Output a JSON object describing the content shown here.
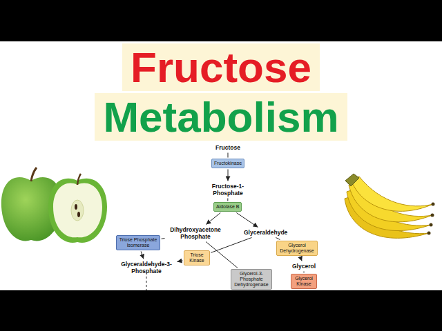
{
  "diagram": {
    "title": "Fructose Metabolism",
    "nodes": [
      {
        "text": [
          "Fructose"
        ]
      },
      {
        "text": [
          "Fructokinase"
        ]
      },
      {
        "text": [
          "Fructose-1-Phosphate"
        ]
      },
      {
        "text": [
          "Aldolase B"
        ]
      },
      {
        "text": [
          "Dihydroxyacetone Phosphate"
        ]
      },
      {
        "text": [
          "Glyceraldehyde"
        ]
      },
      {
        "text": [
          "Triose Phosphate Isomerase"
        ]
      },
      {
        "text": [
          "Glycerol Dehydrogenase"
        ]
      },
      {
        "text": [
          "Triose Kinase"
        ]
      },
      {
        "text": [
          "Glyceraldehyde-3-Phosphate"
        ]
      },
      {
        "text": [
          "Glycerol"
        ]
      },
      {
        "text": [
          "Glycerol-3-Phosphate Dehydrogenase"
        ]
      },
      {
        "text": [
          "Glycerol Kinase"
        ]
      }
    ],
    "edges": [
      {
        "from": 0,
        "to": 1,
        "arrow": "none"
      },
      {
        "from": 1,
        "to": 2,
        "arrow": "to"
      },
      {
        "from": 2,
        "to": 3,
        "arrow": "none"
      },
      {
        "from": 3,
        "to": 4,
        "arrow": "to"
      },
      {
        "from": 3,
        "to": 5,
        "arrow": "to"
      },
      {
        "from": 4,
        "to": 6,
        "arrow": "none"
      },
      {
        "from": 6,
        "to": 9,
        "arrow": "to"
      },
      {
        "from": 5,
        "to": 8,
        "arrow": "none"
      },
      {
        "from": 8,
        "to": 9,
        "arrow": "to"
      },
      {
        "from": 5,
        "to": 7,
        "arrow": "none"
      },
      {
        "from": 7,
        "to": 10,
        "arrow": "to"
      },
      {
        "from": 4,
        "to": 11,
        "arrow": "none"
      },
      {
        "from": 10,
        "to": 12,
        "arrow": "none"
      }
    ]
  }
}
